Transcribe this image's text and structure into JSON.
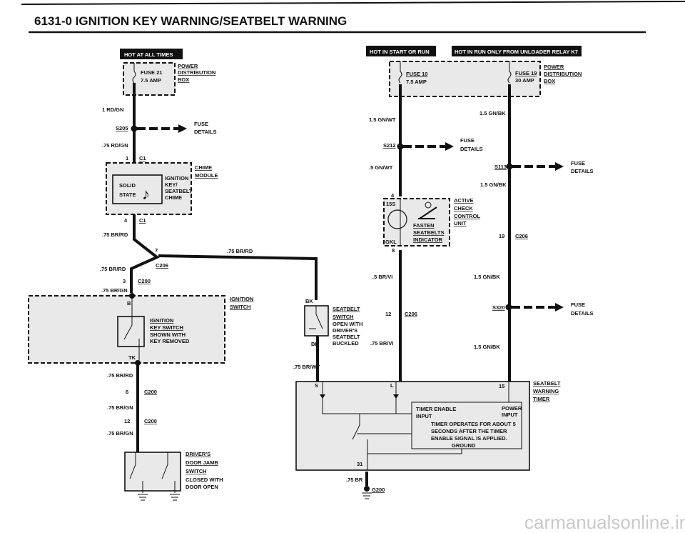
{
  "title": "6131-0   IGNITION KEY WARNING/SEATBELT WARNING",
  "tags": {
    "hot_all": "HOT AT ALL TIMES",
    "hot_start_run": "HOT IN START OR RUN",
    "hot_run_only": "HOT IN RUN ONLY FROM UNLOADER RELAY K7"
  },
  "fuses": {
    "f21": "FUSE 21",
    "f21_amp": "7.5 AMP",
    "f10": "FUSE 10",
    "f10_amp": "7.5 AMP",
    "f19": "FUSE 19",
    "f19_amp": "30 AMP"
  },
  "pdb": [
    "POWER",
    "DISTRIBUTION",
    "BOX"
  ],
  "fuse_details": [
    "FUSE",
    "DETAILS"
  ],
  "splices": {
    "s205": "S205",
    "s212": "S212",
    "s113": "S113",
    "s320": "S320"
  },
  "wires": {
    "w1": "1 RD/GN",
    "w2": ".75 RD/GN",
    "w3": ".75 BR/RD",
    "w4": ".75 BR/RD",
    "w5": ".75 BR/RD",
    "w6": ".75 BR/GN",
    "w7": ".75 BR/RD",
    "w8": ".75 BR/GN",
    "w9": ".75 BR/GN",
    "w10": "1.5 GN/WT",
    "w11": ".5 GN/WT",
    "w12": "1.5 GN/BK",
    "w13": "1.5 GN/BK",
    "w14": ".5 BR/VI",
    "w15": ".75 BR/VI",
    "w16": "1.5 GN/BK",
    "w17": "1.5 GN/BK",
    "w18": ".75 BR/WT",
    "w19": "BK",
    "w20": "BK",
    "w21": ".75 BR"
  },
  "connectors": {
    "c1a_pin": "1",
    "c1": "C1",
    "c1b_pin": "4",
    "c206_7": "7",
    "c206": "C206",
    "c200_3": "3",
    "c200": "C200",
    "c200_6": "6",
    "c200_12": "12",
    "c206_12": "12",
    "c206_19": "19",
    "acc_4": "4",
    "acc_8": "8",
    "pin_15s": "15S",
    "pin_gkl": "GKL",
    "pin_b": "B",
    "pin_tk": "TK",
    "pin_s": "S",
    "pin_l": "L",
    "pin_15": "15",
    "pin_31": "31",
    "g200": "G200"
  },
  "chime": {
    "inner": [
      "SOLID",
      "STATE"
    ],
    "desc": [
      "IGNITION",
      "KEY/",
      "SEATBELT",
      "CHIME"
    ],
    "label": [
      "CHIME",
      "MODULE"
    ]
  },
  "ign_switch": {
    "label": [
      "IGNITION",
      "SWITCH"
    ],
    "key": [
      "IGNITION",
      "KEY SWITCH"
    ],
    "note": [
      "SHOWN WITH",
      "KEY REMOVED"
    ]
  },
  "door": {
    "label": [
      "DRIVER'S",
      "DOOR JAMB",
      "SWITCH"
    ],
    "note": [
      "CLOSED WITH",
      "DOOR OPEN"
    ]
  },
  "acc": {
    "label": [
      "ACTIVE",
      "CHECK",
      "CONTROL",
      "UNIT"
    ],
    "indicator": [
      "FASTEN",
      "SEATBELTS",
      "INDICATOR"
    ]
  },
  "sb_switch": {
    "label": [
      "SEATBELT",
      "SWITCH"
    ],
    "note": [
      "OPEN WITH",
      "DRIVER'S",
      "SEATBELT",
      "BUCKLED"
    ]
  },
  "timer": {
    "label": [
      "SEATBELT",
      "WARNING",
      "TIMER"
    ],
    "enable": [
      "TIMER ENABLE",
      "INPUT"
    ],
    "power": [
      "POWER",
      "INPUT"
    ],
    "desc": [
      "TIMER OPERATES FOR ABOUT 5",
      "SECONDS AFTER THE TIMER",
      "ENABLE SIGNAL IS APPLIED."
    ],
    "ground": "GROUND"
  },
  "watermark": "carmanualsonline.info"
}
